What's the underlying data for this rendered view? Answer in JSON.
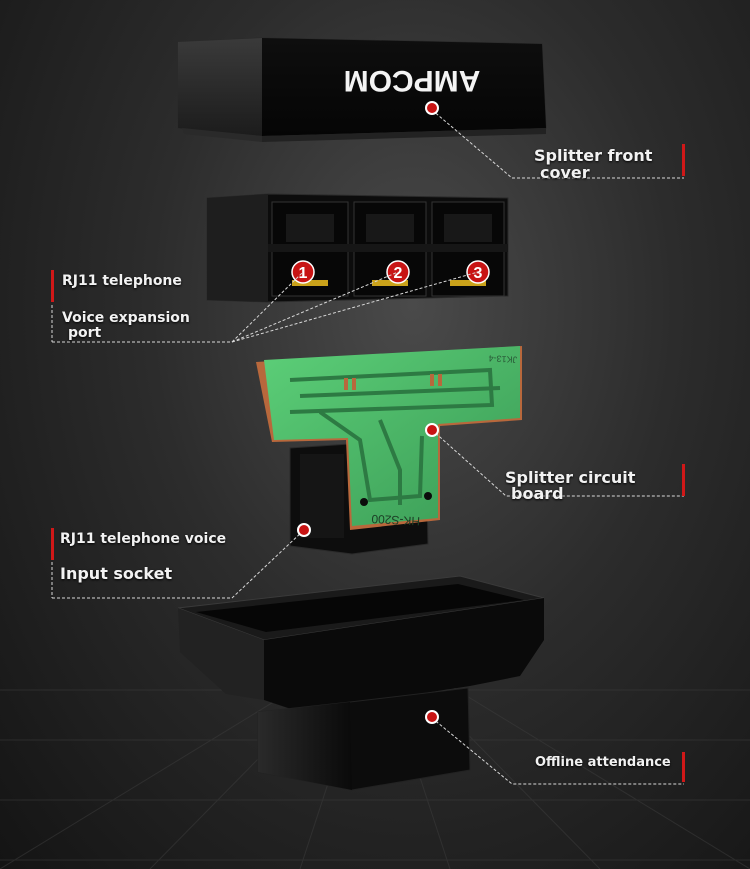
{
  "brand_logo": "AMPCOM",
  "pcb_part_number": "HK-S200",
  "pcb_code": "JK13-4",
  "port_numbers": [
    "1",
    "2",
    "3"
  ],
  "labels": {
    "front_cover": {
      "line1": "Splitter front",
      "line2": "cover"
    },
    "rj11_expansion": {
      "line1": "RJ11 telephone",
      "line2": "Voice expansion",
      "line3": "port"
    },
    "circuit_board": {
      "line1": "Splitter circuit",
      "line2": "board"
    },
    "rj11_input": {
      "line1": "RJ11 telephone voice",
      "line2": "Input socket"
    },
    "offline_attendance": {
      "line1": "Offline attendance"
    }
  },
  "colors": {
    "accent_red": "#d01818",
    "pcb_green": "#4dbb6a",
    "pcb_copper": "#b8683c",
    "plastic_black": "#111111"
  }
}
